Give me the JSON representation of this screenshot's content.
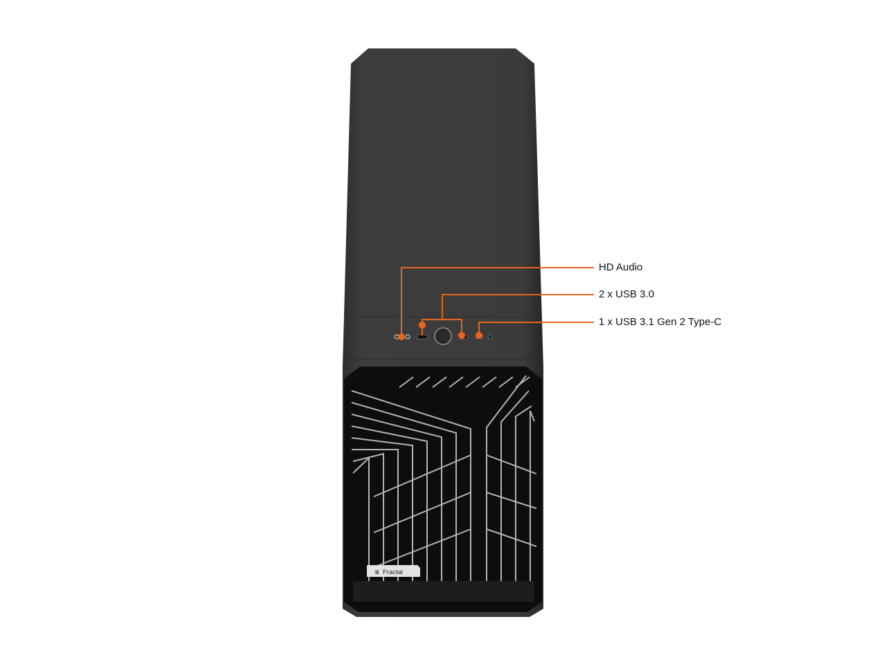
{
  "product": {
    "brand_logo_text": "Fractal",
    "case_color": "#3b3b3b",
    "accent_color": "#e8661c"
  },
  "callouts": [
    {
      "label": "HD Audio"
    },
    {
      "label": "2 x USB 3.0"
    },
    {
      "label": "1 x USB 3.1 Gen 2 Type-C"
    }
  ]
}
